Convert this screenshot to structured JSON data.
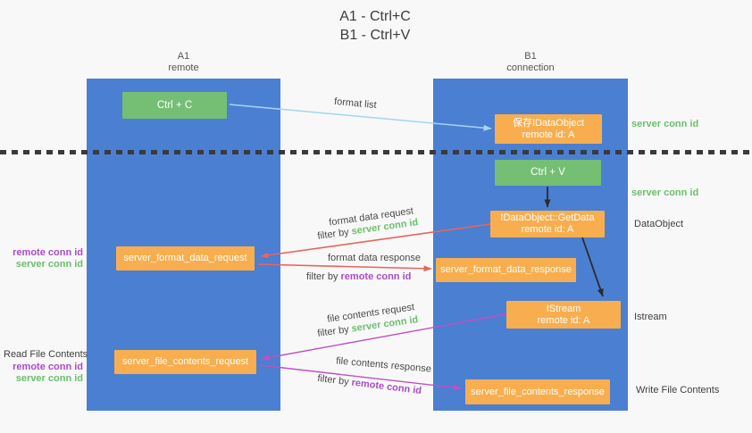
{
  "title": {
    "line1": "A1 - Ctrl+C",
    "line2": "B1 - Ctrl+V"
  },
  "columns": {
    "a": {
      "name": "A1",
      "role": "remote"
    },
    "b": {
      "name": "B1",
      "role": "connection"
    }
  },
  "nodes": {
    "ctrl_c": {
      "label": "Ctrl + C"
    },
    "save_idataobject": {
      "line1": "保存IDataObject",
      "line2": "remote id: A"
    },
    "ctrl_v": {
      "label": "Ctrl + V"
    },
    "getdata": {
      "line1": "IDataObject::GetData",
      "line2": "remote id: A"
    },
    "istream": {
      "line1": "IStream",
      "line2": "remote id: A"
    },
    "format_request": {
      "label": "server_format_data_request"
    },
    "format_response": {
      "label": "server_format_data_response"
    },
    "file_request": {
      "label": "server_file_contents_request"
    },
    "file_response": {
      "label": "server_file_contents_response"
    }
  },
  "edge_labels": {
    "format_list": "format list",
    "format_data_request": "format data request",
    "format_data_response": "format data response",
    "file_contents_request": "file contents request",
    "file_contents_response": "file contents response",
    "filter_by": "filter by ",
    "server_conn_id": "server conn id",
    "remote_conn_id": "remote conn id"
  },
  "side_labels": {
    "server_conn_id_top": "server conn id",
    "server_conn_id_mid": "server conn id",
    "dataobject": "DataObject",
    "istream": "Istream",
    "write_file_contents": "Write File Contents",
    "read_file_contents": "Read File Contents",
    "remote_conn_id": "remote conn id",
    "server_conn_id": "server conn id"
  },
  "colors": {
    "column_blue": "#4b7fd2",
    "node_green": "#74bf73",
    "node_orange": "#f8ae4e",
    "arrow_lightblue": "#a5d5f0",
    "arrow_red": "#e8645e",
    "arrow_magenta": "#c24fc4",
    "arrow_black": "#2b2b2b",
    "text_green": "#6cbf6c",
    "text_purple": "#aa4bc8",
    "text_dark": "#4a4a4a",
    "background": "#f8f8f8"
  }
}
